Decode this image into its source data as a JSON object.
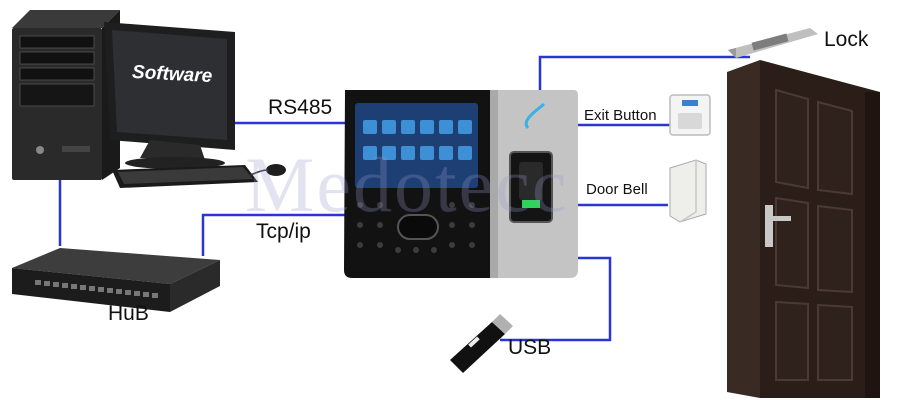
{
  "colors": {
    "cable": "#2a35d6",
    "device_dark": "#151515",
    "device_silver": "#c8c8c8",
    "door": "#2b1d18"
  },
  "labels": {
    "software": "Software",
    "rs485": "RS485",
    "tcpip": "Tcp/ip",
    "hub": "HuB",
    "usb": "USB",
    "exit_button": "Exit Button",
    "door_bell": "Door Bell",
    "lock": "Lock"
  },
  "watermark": "Medotecc",
  "icons": [
    "computer-tower-icon",
    "monitor-icon",
    "keyboard-icon",
    "mouse-icon",
    "network-hub-icon",
    "usb-drive-icon",
    "terminal-device-icon",
    "fingerprint-sensor-icon",
    "exit-button-icon",
    "door-bell-icon",
    "electric-lock-icon",
    "door-icon"
  ]
}
